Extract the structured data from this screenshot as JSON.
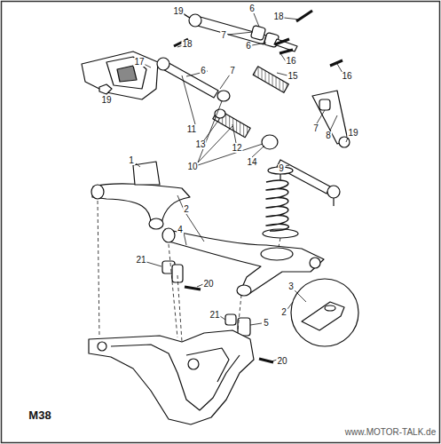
{
  "diagram": {
    "labels": [
      "19",
      "6",
      "18",
      "7",
      "6",
      "17",
      "18",
      "6",
      "7",
      "16",
      "15",
      "16",
      "19",
      "11",
      "13",
      "12",
      "14",
      "10",
      "9",
      "7",
      "8",
      "19",
      "1",
      "2",
      "4",
      "21",
      "20",
      "3",
      "2",
      "21",
      "5",
      "20",
      "M38",
      "www.MOTOR-TALK.de"
    ]
  }
}
